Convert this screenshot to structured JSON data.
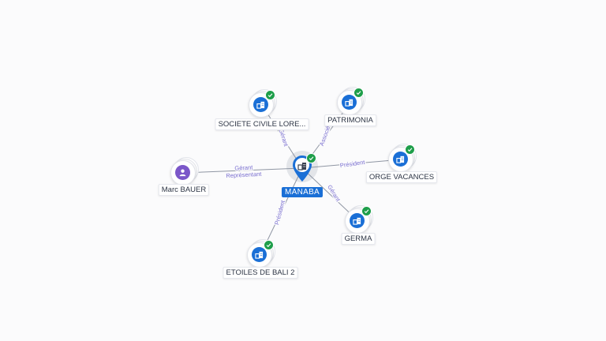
{
  "center": {
    "label": "MANABA",
    "icon": "building-icon",
    "verified": true
  },
  "nodes": [
    {
      "id": "societe",
      "label": "SOCIETE CIVILE LORE...",
      "icon": "building-icon",
      "verified": true
    },
    {
      "id": "patrimonia",
      "label": "PATRIMONIA",
      "icon": "building-icon",
      "verified": true
    },
    {
      "id": "orge",
      "label": "ORGE VACANCES",
      "icon": "building-icon",
      "verified": true
    },
    {
      "id": "germa",
      "label": "GERMA",
      "icon": "building-icon",
      "verified": true
    },
    {
      "id": "etoiles",
      "label": "ETOILES DE BALI 2",
      "icon": "building-icon",
      "verified": true
    },
    {
      "id": "marc",
      "label": "Marc BAUER",
      "icon": "person-icon",
      "verified": false
    }
  ],
  "edges": [
    {
      "from": "center",
      "to": "societe",
      "labels": [
        "Gérant"
      ]
    },
    {
      "from": "center",
      "to": "patrimonia",
      "labels": [
        "Associé"
      ]
    },
    {
      "from": "center",
      "to": "orge",
      "labels": [
        "Président"
      ]
    },
    {
      "from": "center",
      "to": "germa",
      "labels": [
        "Gérant"
      ]
    },
    {
      "from": "center",
      "to": "etoiles",
      "labels": [
        "Président"
      ]
    },
    {
      "from": "marc",
      "to": "center",
      "labels": [
        "Gérant",
        "Représentant"
      ]
    }
  ],
  "colors": {
    "company": "#1a6fd6",
    "person": "#7b57c9",
    "verified": "#1e9e4a",
    "edge": "#8f96a3",
    "edge_label": "#7a6fd0"
  }
}
